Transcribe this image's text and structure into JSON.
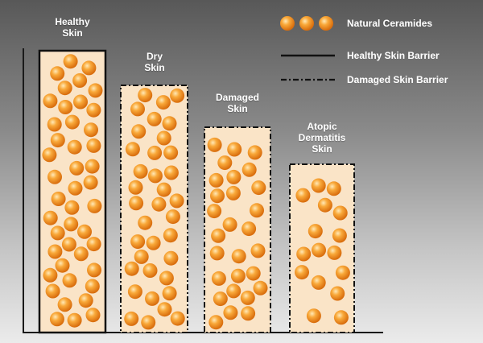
{
  "colors": {
    "ceramide_core": "#ffe9b8",
    "ceramide_mid": "#f9a93a",
    "ceramide_edge": "#d86c0c",
    "column_fill": "#fae4c7",
    "axis": "#1a1a1a"
  },
  "legend": {
    "ceramides_label": "Natural Ceramides",
    "healthy_barrier_label": "Healthy Skin Barrier",
    "damaged_barrier_label": "Damaged Skin Barrier"
  },
  "columns": [
    {
      "label": "Healthy\nSkin",
      "barrier": "healthy"
    },
    {
      "label": "Dry\nSkin",
      "barrier": "damaged"
    },
    {
      "label": "Damaged\nSkin",
      "barrier": "damaged"
    },
    {
      "label": "Atopic\nDermatitis\nSkin",
      "barrier": "damaged"
    }
  ]
}
